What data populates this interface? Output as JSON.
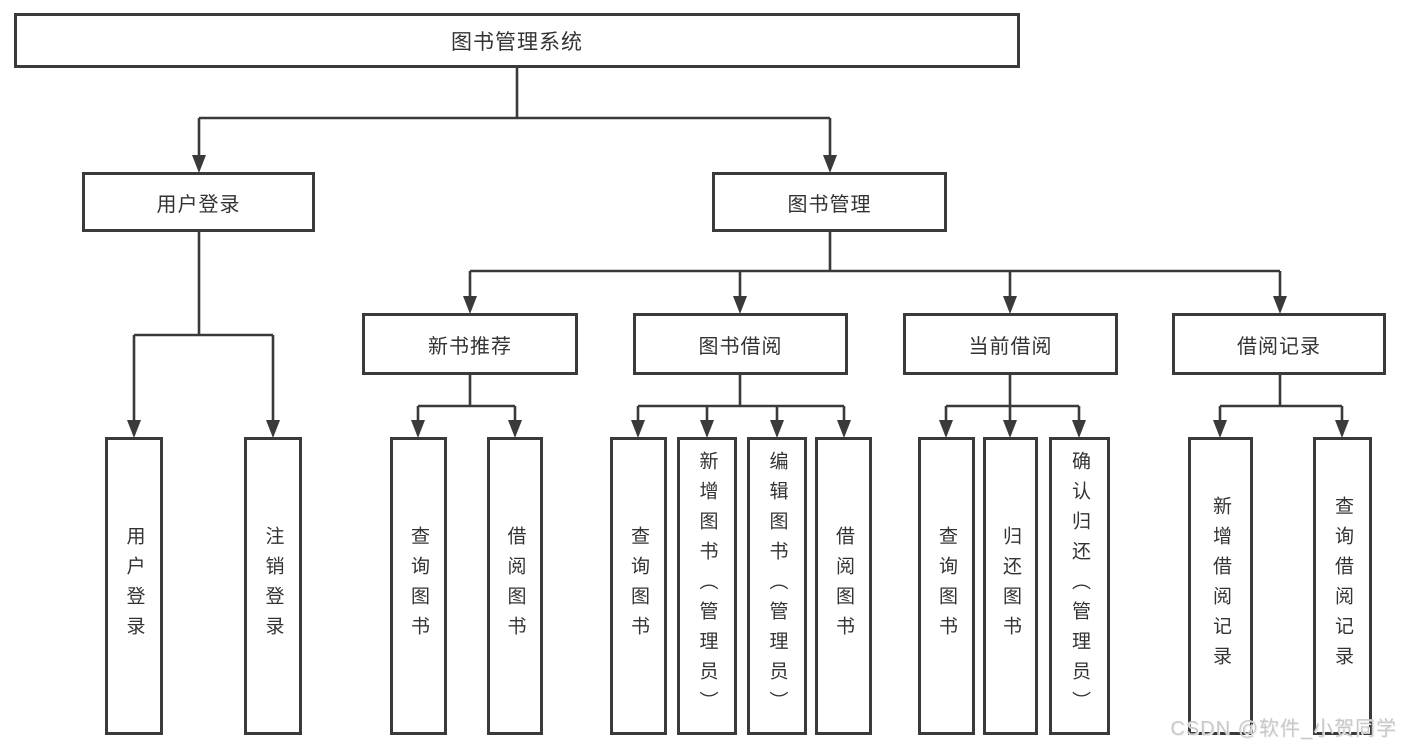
{
  "diagram": {
    "title": "图书管理系统",
    "root": {
      "label": "图书管理系统"
    },
    "level1": [
      {
        "label": "用户登录"
      },
      {
        "label": "图书管理"
      }
    ],
    "level2": [
      {
        "label": "新书推荐"
      },
      {
        "label": "图书借阅"
      },
      {
        "label": "当前借阅"
      },
      {
        "label": "借阅记录"
      }
    ],
    "leaves": {
      "user_login": [
        {
          "label": "用户登录"
        },
        {
          "label": "注销登录"
        }
      ],
      "new_book": [
        {
          "label": "查询图书"
        },
        {
          "label": "借阅图书"
        }
      ],
      "book_borrow": [
        {
          "label": "查询图书"
        },
        {
          "label": "新增图书（管理员）"
        },
        {
          "label": "编辑图书（管理员）"
        },
        {
          "label": "借阅图书"
        }
      ],
      "current_borrow": [
        {
          "label": "查询图书"
        },
        {
          "label": "归还图书"
        },
        {
          "label": "确认归还（管理员）"
        }
      ],
      "borrow_records": [
        {
          "label": "新增借阅记录"
        },
        {
          "label": "查询借阅记录"
        }
      ]
    },
    "colors": {
      "line": "#3a3a3a",
      "text": "#333333",
      "box_fill": "#ffffff",
      "watermark": "#c9c9c9"
    }
  },
  "watermark": {
    "text": "CSDN @软件_小贺同学"
  }
}
